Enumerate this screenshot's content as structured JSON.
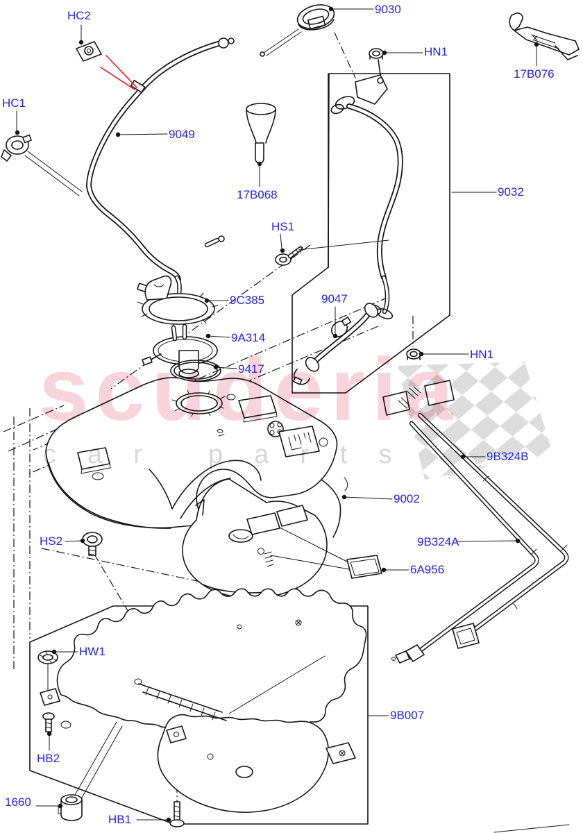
{
  "diagram": {
    "title": "Fuel tank and related parts exploded diagram",
    "watermark": {
      "brand": "scuderia",
      "tagline_word1": "car",
      "tagline_word2": "parts"
    },
    "callouts": {
      "hc2": "HC2",
      "p9030": "9030",
      "hn1_top": "HN1",
      "p17b076": "17B076",
      "hc1": "HC1",
      "p9049": "9049",
      "p17b068": "17B068",
      "p9032": "9032",
      "hs1": "HS1",
      "p9c385": "9C385",
      "p9047": "9047",
      "p9a314": "9A314",
      "p9417": "9417",
      "hn1_mid": "HN1",
      "p9b324b": "9B324B",
      "p9002": "9002",
      "hs2": "HS2",
      "p9b324a": "9B324A",
      "p6a956": "6A956",
      "hw1": "HW1",
      "p9b007": "9B007",
      "hb2": "HB2",
      "p1660": "1660",
      "hb1": "HB1"
    },
    "colors": {
      "callout": "#2323e6",
      "line": "#141414",
      "arrow_red": "#ff1111",
      "watermark_pink": "#f8d3da",
      "watermark_gray": "#d6d6d6",
      "checker_gray": "#dcdcdc",
      "background": "#ffffff"
    }
  }
}
